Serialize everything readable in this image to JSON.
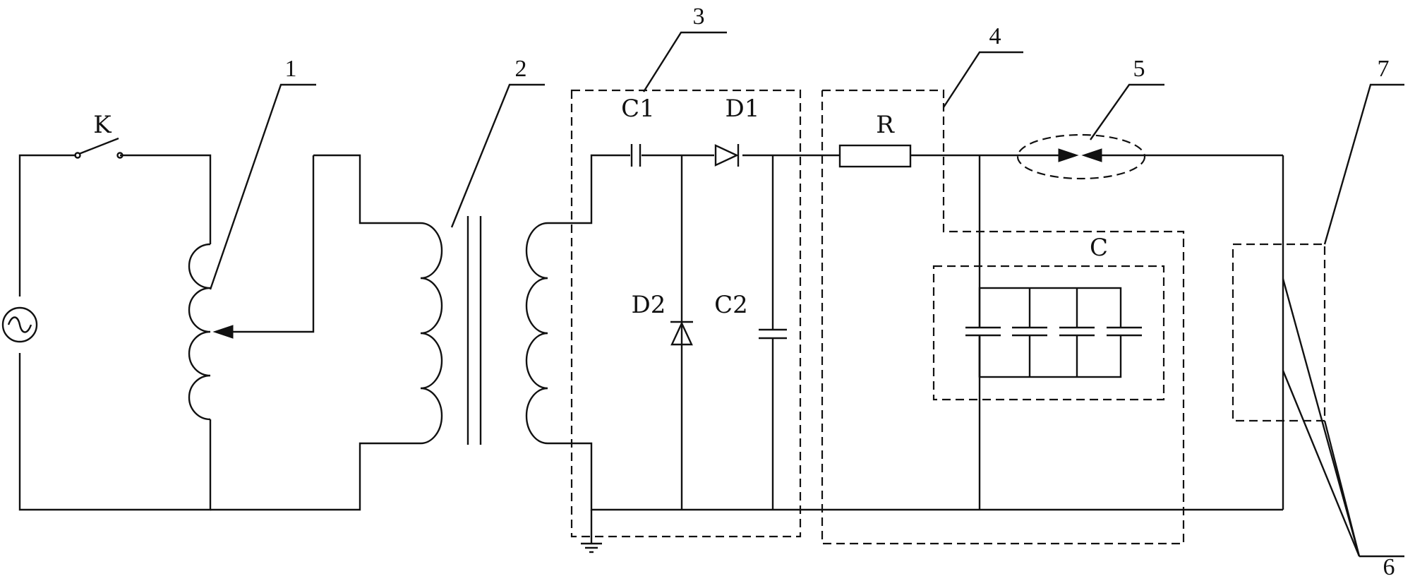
{
  "diagram": {
    "labels": {
      "switch": "K",
      "capacitor_1": "C1",
      "diode_1": "D1",
      "diode_2": "D2",
      "capacitor_2": "C2",
      "resistor": "R",
      "capacitor_bank": "C"
    },
    "callouts": {
      "c1": "1",
      "c2": "2",
      "c3": "3",
      "c4": "4",
      "c5": "5",
      "c6": "6",
      "c7": "7"
    }
  }
}
